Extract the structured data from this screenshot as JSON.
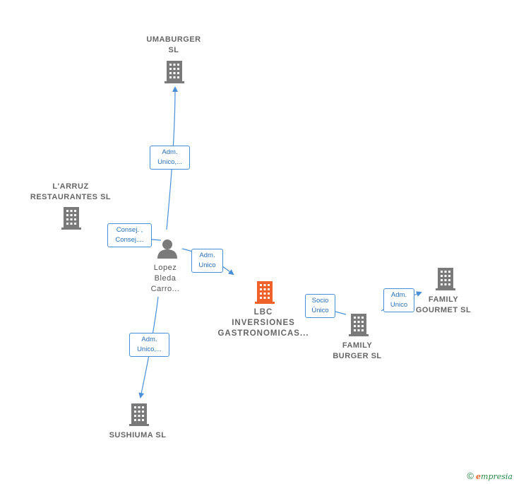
{
  "nodes": {
    "umaburger": "UMABURGER\nSL",
    "larruz": "L'ARRUZ\nRESTAURANTES SL",
    "person": "Lopez\nBleda\nCarro...",
    "lbc": "LBC\nINVERSIONES\nGASTRONOMICAS...",
    "family_burger": "FAMILY\nBURGER SL",
    "family_gourmet": "FAMILY\nGOURMET SL",
    "sushiuma": "SUSHIUMA SL"
  },
  "edges": {
    "to_umaburger": "Adm.\nUnico,...",
    "to_larruz": "Consej. ,\nConsej....",
    "to_lbc": "Adm.\nUnico",
    "to_sushiuma": "Adm.\nUnico,...",
    "lbc_to_family_burger": "Socio\nÚnico",
    "family_burger_to_gourmet": "Adm.\nUnico"
  },
  "footer": {
    "copyright": "©",
    "brand_initial": "e",
    "brand_rest": "mpresia"
  },
  "colors": {
    "company": "#7a7a7a",
    "highlight": "#f0602a",
    "edge": "#4a90d9",
    "person": "#7a7a7a"
  },
  "icons": {
    "company": "building-icon",
    "person": "person-icon"
  }
}
